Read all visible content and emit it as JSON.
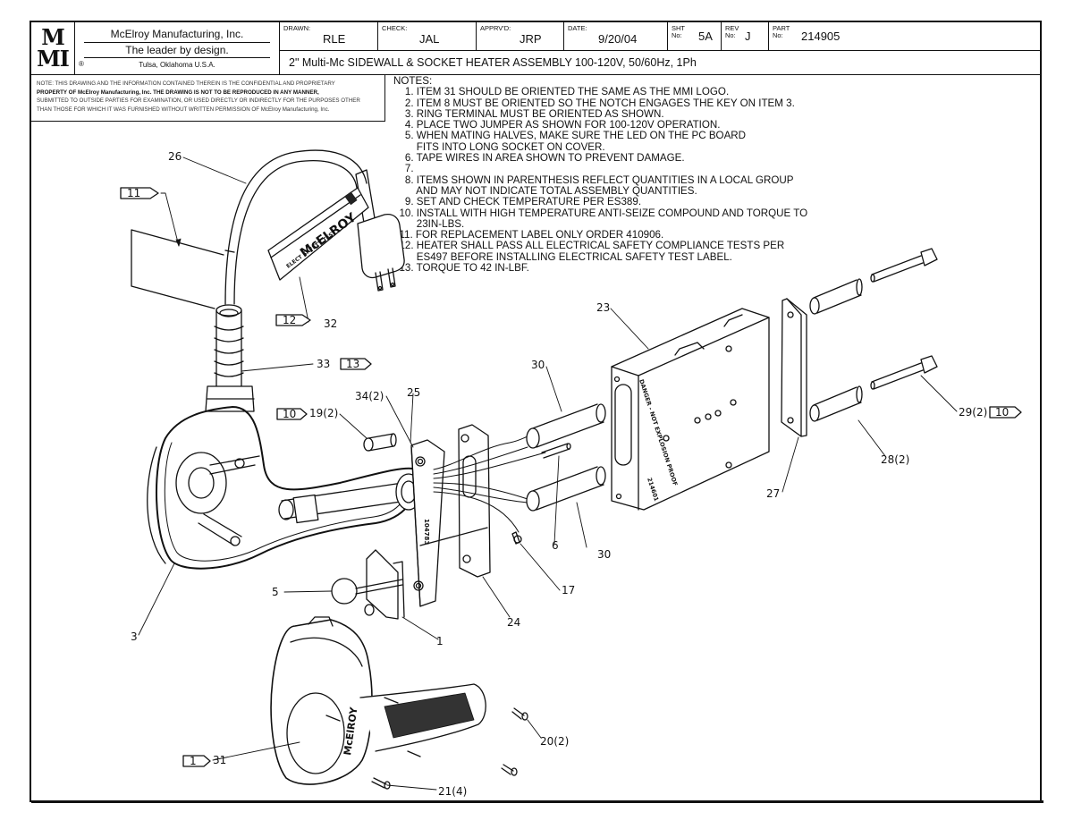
{
  "title_block": {
    "logo_top": "M",
    "logo_bottom": "MI",
    "company": "McElroy Manufacturing, Inc.",
    "motto": "The leader by design.",
    "location": "Tulsa, Oklahoma U.S.A.",
    "registered_mark": "®",
    "drawn_label": "DRAWN:",
    "drawn_value": "RLE",
    "check_label": "CHECK:",
    "check_value": "JAL",
    "approved_label": "APPRV'D:",
    "approved_value": "JRP",
    "date_label": "DATE:",
    "date_value": "9/20/04",
    "sheet_label": "SHT No:",
    "sheet_value": "5A",
    "rev_label": "REV No:",
    "rev_value": "J",
    "part_label": "PART No:",
    "part_value": "214905",
    "drawing_title": "2\" Multi-Mc SIDEWALL & SOCKET HEATER ASSEMBLY 100-120V, 50/60Hz, 1Ph"
  },
  "disclaimer": {
    "line1": "NOTE: THIS DRAWING AND THE INFORMATION CONTAINED THEREIN IS THE CONFIDENTIAL AND PROPRIETARY",
    "line2": "PROPERTY OF McElroy Manufacturing, Inc. THE DRAWING IS NOT TO BE REPRODUCED IN ANY MANNER,",
    "line3": "SUBMITTED TO OUTSIDE PARTIES FOR EXAMINATION, OR USED DIRECTLY OR INDIRECTLY FOR THE PURPOSES OTHER",
    "line4": "THAN THOSE FOR WHICH IT WAS FURNISHED WITHOUT WRITTEN PERMISSION OF McElroy Manufacturing, Inc."
  },
  "notes": {
    "heading": "NOTES:",
    "lines": [
      "    1. ITEM 31 SHOULD BE ORIENTED THE SAME AS THE MMI LOGO.",
      "    2. ITEM 8 MUST BE ORIENTED SO THE NOTCH ENGAGES THE KEY ON ITEM 3.",
      "    3. RING TERMINAL MUST BE ORIENTED AS SHOWN.",
      "    4. PLACE TWO JUMPER AS SHOWN FOR 100-120V OPERATION.",
      "    5. WHEN MATING HALVES, MAKE SURE THE LED ON THE PC BOARD",
      "        FITS INTO LONG SOCKET ON COVER.",
      "    6. TAPE WIRES IN AREA SHOWN TO PREVENT DAMAGE.",
      "    7.",
      "    8. ITEMS SHOWN IN PARENTHESIS REFLECT QUANTITIES IN A LOCAL GROUP",
      "        AND MAY NOT INDICATE TOTAL ASSEMBLY QUANTITIES.",
      "    9. SET AND CHECK TEMPERATURE PER ES389.",
      "  10. INSTALL WITH HIGH TEMPERATURE ANTI-SEIZE COMPOUND AND TORQUE TO",
      "        23IN-LBS.",
      "  11. FOR REPLACEMENT LABEL ONLY ORDER 410906.",
      "  12. HEATER SHALL PASS ALL ELECTRICAL SAFETY COMPLIANCE TESTS PER",
      "        ES497 BEFORE INSTALLING ELECTRICAL SAFETY TEST LABEL.",
      "  13. TORQUE TO 42 IN-LBF."
    ]
  },
  "balloons": [
    {
      "id": "26",
      "text": "26"
    },
    {
      "id": "32",
      "text": "32"
    },
    {
      "id": "33",
      "text": "33"
    },
    {
      "id": "19",
      "text": "19(2)"
    },
    {
      "id": "34",
      "text": "34(2)"
    },
    {
      "id": "25",
      "text": "25"
    },
    {
      "id": "23",
      "text": "23"
    },
    {
      "id": "30a",
      "text": "30"
    },
    {
      "id": "30b",
      "text": "30"
    },
    {
      "id": "6",
      "text": "6"
    },
    {
      "id": "17",
      "text": "17"
    },
    {
      "id": "29",
      "text": "29(2)"
    },
    {
      "id": "28",
      "text": "28(2)"
    },
    {
      "id": "27",
      "text": "27"
    },
    {
      "id": "5",
      "text": "5"
    },
    {
      "id": "3",
      "text": "3"
    },
    {
      "id": "1",
      "text": "1"
    },
    {
      "id": "24",
      "text": "24"
    },
    {
      "id": "31",
      "text": "31"
    },
    {
      "id": "20",
      "text": "20(2)"
    },
    {
      "id": "21",
      "text": "21(4)"
    }
  ],
  "note_flags": [
    {
      "id": "flag-11",
      "text": "11"
    },
    {
      "id": "flag-12",
      "text": "12"
    },
    {
      "id": "flag-13",
      "text": "13"
    },
    {
      "id": "flag-10a",
      "text": "10"
    },
    {
      "id": "flag-10b",
      "text": "10"
    },
    {
      "id": "flag-1",
      "text": "1"
    }
  ],
  "part_markings": {
    "label_brand": "McELROY",
    "label_test": "ELECT SAFETY TEST",
    "heater_warning": "DANGER - NOT EXPLOSION PROOF",
    "heater_part": "214601",
    "cover_brand": "McElROY"
  }
}
